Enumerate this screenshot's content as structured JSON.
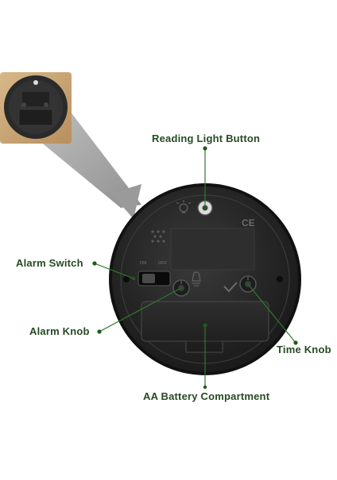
{
  "labels": {
    "reading_light": "Reading Light  Button",
    "alarm_switch": "Alarm Switch",
    "alarm_knob": "Alarm Knob",
    "time_knob": "Time Knob",
    "battery": "AA Battery Compartment"
  },
  "switch_text": {
    "on": "ON",
    "off": "OFF"
  },
  "ce_mark": "CE",
  "colors": {
    "label_text": "#264a22",
    "callout_line": "#2f7a2c",
    "callout_dot": "#1f5a1c",
    "clock_body": "#262626",
    "wood": "#c9a578",
    "zoom_funnel": "#9a9a9a"
  }
}
